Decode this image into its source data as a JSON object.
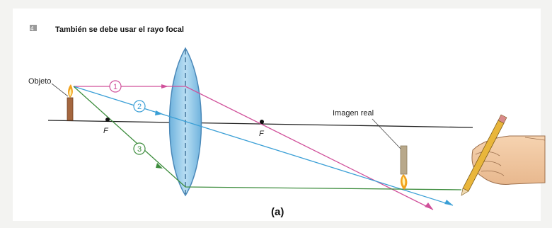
{
  "figure": {
    "number": "4",
    "title": "También se debe usar el rayo focal",
    "caption": "(a)"
  },
  "labels": {
    "object": "Objeto",
    "image": "Imagen real",
    "focal_left": "F",
    "focal_right": "F"
  },
  "rays": [
    {
      "number": "1",
      "color": "#d0509a"
    },
    {
      "number": "2",
      "color": "#3a9fd6"
    },
    {
      "number": "3",
      "color": "#3c8c3c"
    }
  ],
  "colors": {
    "lens_fill": "#8fc6e6",
    "lens_stroke": "#4a88b8",
    "axis": "#222222",
    "object_body": "#a5673f",
    "image_body": "#b8a88a",
    "flame": "#f2a21c"
  }
}
